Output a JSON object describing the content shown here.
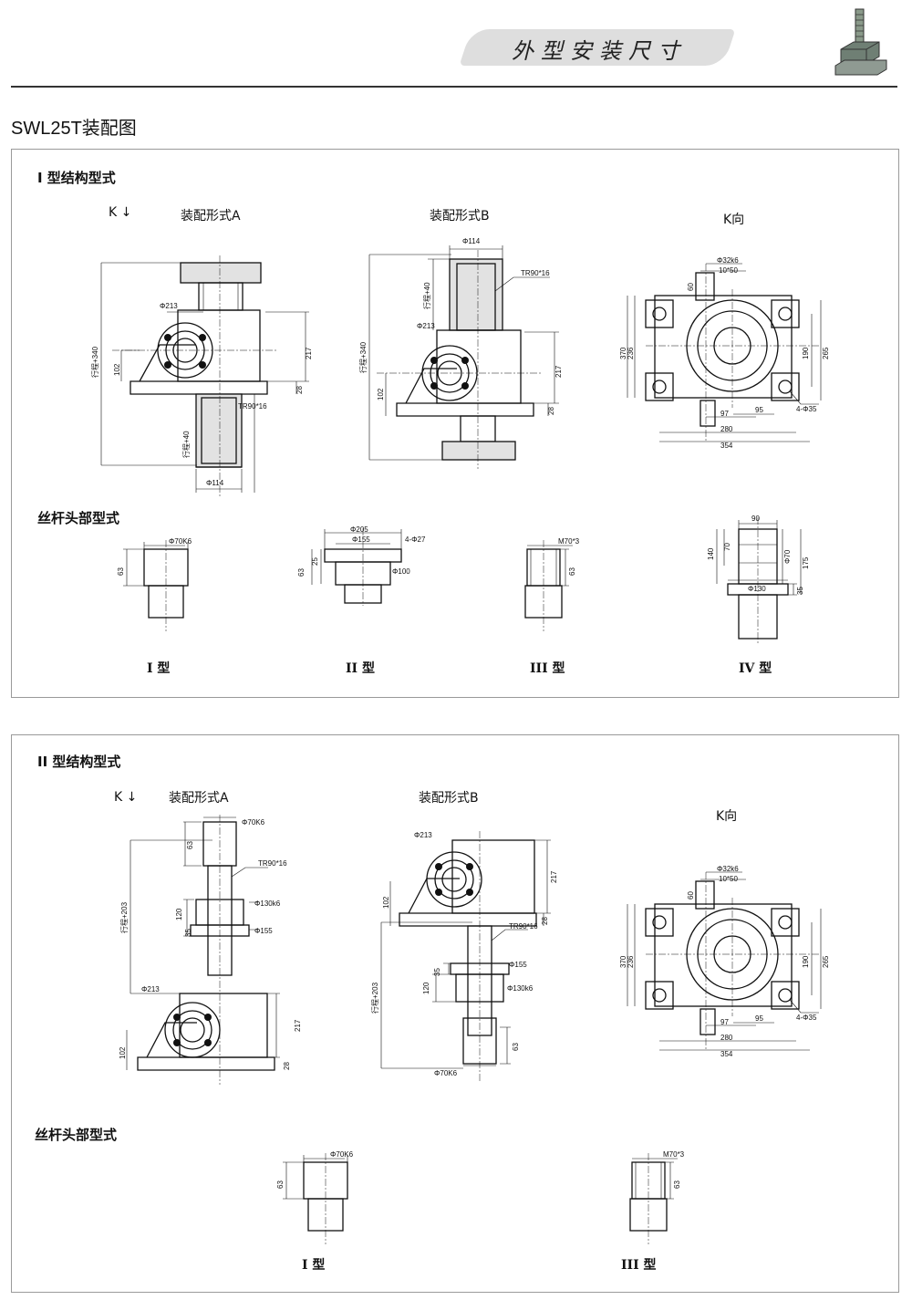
{
  "header": {
    "title": "外型安装尺寸"
  },
  "subtitle": "SWL25T装配图",
  "panel1": {
    "section_title": "I 型结构型式",
    "k_label": "K",
    "view_a": "装配形式A",
    "view_b": "装配形式B",
    "view_k": "K向",
    "head_section": "丝杆头部型式",
    "head_labels": [
      "I 型",
      "II 型",
      "III 型",
      "IV 型"
    ],
    "dims_a": {
      "d213": "Φ213",
      "stroke_top": "行程+340",
      "h102": "102",
      "h217": "217",
      "h28": "28",
      "tr": "TR90*16",
      "stroke_bottom": "行程+40",
      "d114": "Φ114"
    },
    "dims_b": {
      "d114": "Φ114",
      "stroke_top": "行程+40",
      "tr": "TR90*16",
      "d213": "Φ213",
      "stroke_main": "行程+340",
      "h102": "102",
      "h217": "217",
      "h28": "28"
    },
    "dims_k": {
      "d32": "Φ32k6",
      "k10": "10*50",
      "h60": "60",
      "h370": "370",
      "h236": "236",
      "h190": "190",
      "h265": "265",
      "w97": "97",
      "w95": "95",
      "holes": "4-Φ35",
      "w280": "280",
      "w354": "354"
    },
    "heads": {
      "h1_d": "Φ70K6",
      "h1_h": "63",
      "h2_d205": "Φ205",
      "h2_d155": "Φ155",
      "h2_holes": "4-Φ27",
      "h2_h25": "25",
      "h2_h63": "63",
      "h2_d100": "Φ100",
      "h3_m": "M70*3",
      "h3_h": "63",
      "h4_w90": "90",
      "h4_h140": "140",
      "h4_h70": "70",
      "h4_d70": "Φ70",
      "h4_h175": "175",
      "h4_d130": "Φ130",
      "h4_h35": "35"
    }
  },
  "panel2": {
    "section_title": "II 型结构型式",
    "k_label": "K",
    "view_a": "装配形式A",
    "view_b": "装配形式B",
    "view_k": "K向",
    "head_section": "丝杆头部型式",
    "head_labels": [
      "I 型",
      "III 型"
    ],
    "dims_a": {
      "d70": "Φ70K6",
      "h63": "63",
      "tr": "TR90*16",
      "stroke": "行程+203",
      "h120": "120",
      "d130": "Φ130k6",
      "h35": "35",
      "d155": "Φ155",
      "d213": "Φ213",
      "h217": "217",
      "h102": "102",
      "h28": "28"
    },
    "dims_b": {
      "d213": "Φ213",
      "h217": "217",
      "h102": "102",
      "h28": "28",
      "tr": "TR90*16",
      "h35": "35",
      "d155": "Φ155",
      "stroke": "行程+203",
      "h120": "120",
      "d130": "Φ130k6",
      "h63": "63",
      "d70": "Φ70K6"
    },
    "dims_k": {
      "d32": "Φ32k6",
      "k10": "10*50",
      "h60": "60",
      "h370": "370",
      "h236": "236",
      "h190": "190",
      "h265": "265",
      "w97": "97",
      "w95": "95",
      "holes": "4-Φ35",
      "w280": "280",
      "w354": "354"
    },
    "heads": {
      "h1_d": "Φ70K6",
      "h1_h": "63",
      "h3_m": "M70*3",
      "h3_h": "63"
    }
  }
}
